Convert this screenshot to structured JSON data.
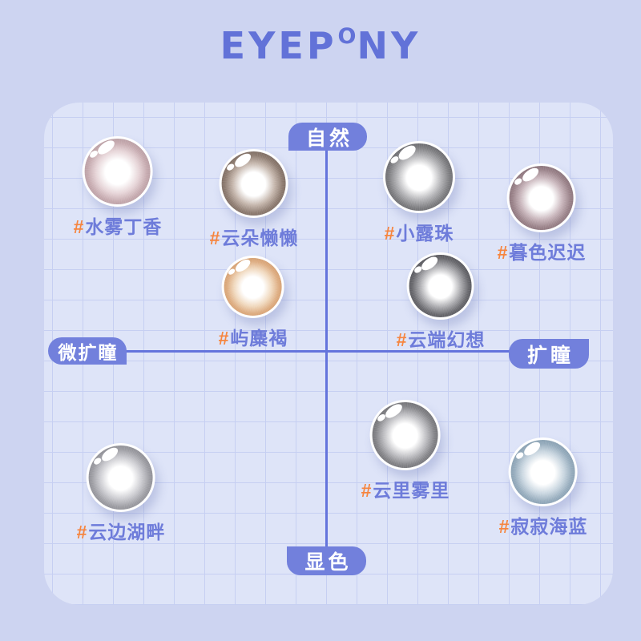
{
  "brand": {
    "name": "EYEPONY",
    "logo_pre": "EYEP",
    "logo_o": "O",
    "logo_post": "NY"
  },
  "quadrant": {
    "axis_top": "自然",
    "axis_bottom": "显色",
    "axis_left": "微扩瞳",
    "axis_right": "扩瞳"
  },
  "lenses": [
    {
      "hash": "#",
      "name": "水雾丁香",
      "colors": {
        "mid": "#e6d4d7",
        "ring": "#c5a9ae",
        "dark": "#af959b"
      }
    },
    {
      "hash": "#",
      "name": "云朵懒懒",
      "colors": {
        "mid": "#c4b5ab",
        "ring": "#8d7b70",
        "dark": "#6e5e55"
      }
    },
    {
      "hash": "#",
      "name": "小露珠",
      "colors": {
        "mid": "#b5b5b8",
        "ring": "#7d7d80",
        "dark": "#58585d"
      }
    },
    {
      "hash": "#",
      "name": "暮色迟迟",
      "colors": {
        "mid": "#c9b6bc",
        "ring": "#9a8289",
        "dark": "#7b656d"
      }
    },
    {
      "hash": "#",
      "name": "屿麋褐",
      "colors": {
        "mid": "#f0d8bd",
        "ring": "#ddab7f",
        "dark": "#cc9566"
      }
    },
    {
      "hash": "#",
      "name": "云端幻想",
      "colors": {
        "mid": "#ababaf",
        "ring": "#68686d",
        "dark": "#47474d"
      }
    },
    {
      "hash": "#",
      "name": "云里雾里",
      "colors": {
        "mid": "#bcbcc0",
        "ring": "#828286",
        "dark": "#636367"
      }
    },
    {
      "hash": "#",
      "name": "寂寂海蓝",
      "colors": {
        "mid": "#c9d6e0",
        "ring": "#95abbc",
        "dark": "#7c95a8"
      }
    },
    {
      "hash": "#",
      "name": "云边湖畔",
      "colors": {
        "mid": "#cbcbd0",
        "ring": "#9c9ca2",
        "dark": "#828289"
      }
    }
  ],
  "theme": {
    "page_bg": "#cdd4f1",
    "panel_bg": "#dee4f8",
    "grid_line": "#c6cff2",
    "badge": "#7280dc",
    "axis_line": "#6474dc",
    "label_text": "#6e7cda",
    "hash_color": "#f6853f",
    "logo": "#6272d8"
  }
}
